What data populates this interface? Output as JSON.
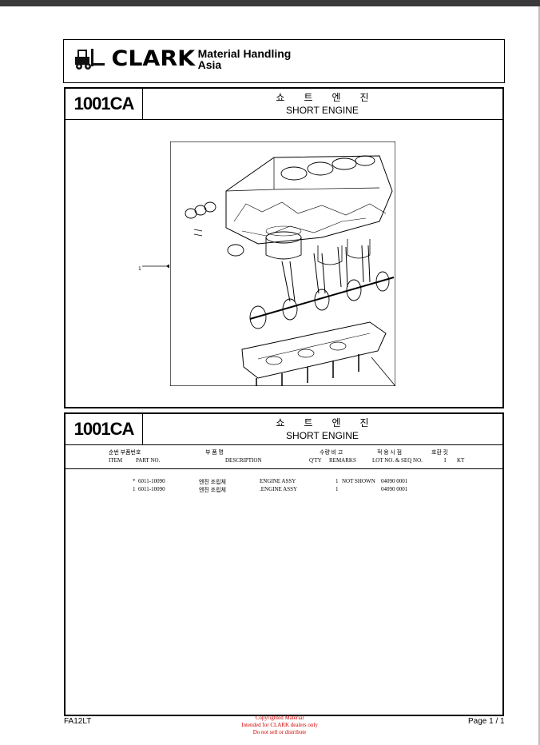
{
  "brand": {
    "wordmark": "CLARK",
    "sub_line1": "Material Handling",
    "sub_line2": "Asia"
  },
  "section": {
    "code": "1001CA",
    "title_kr": "쇼트엔진",
    "title_en": "SHORT ENGINE",
    "callout": "1"
  },
  "table": {
    "headers_kr": {
      "item_part": "순번 부품번호",
      "desc": "부      품      명",
      "qty_remarks": "수량 비 고",
      "lot": "적 용 시 점",
      "kit": "호환 킷"
    },
    "headers_en": {
      "item": "ITEM",
      "part": "PART NO.",
      "desc": "DESCRIPTION",
      "qty": "Q'TY",
      "remarks": "REMARKS",
      "lot": "LOT NO. & SEQ NO.",
      "i": "I",
      "kt": "KT"
    },
    "rows": [
      {
        "item": "*",
        "part": "6011-10090",
        "desc_kr": "엔진 조립체",
        "desc_en": "ENGINE ASSY",
        "qty": "1",
        "remarks": "NOT SHOWN",
        "lot": "04090 0001"
      },
      {
        "item": "1",
        "part": "6011-10090",
        "desc_kr": "엔진 조립체",
        "desc_en": ".ENGINE ASSY",
        "qty": "1",
        "remarks": "",
        "lot": "04090 0001"
      }
    ]
  },
  "footer": {
    "left": "FA12LT",
    "right": "Page 1 / 1",
    "note_line1": "Copyrighted Material",
    "note_line2": "Intended for CLARK dealers only",
    "note_line3": "Do not sell or distribute"
  }
}
